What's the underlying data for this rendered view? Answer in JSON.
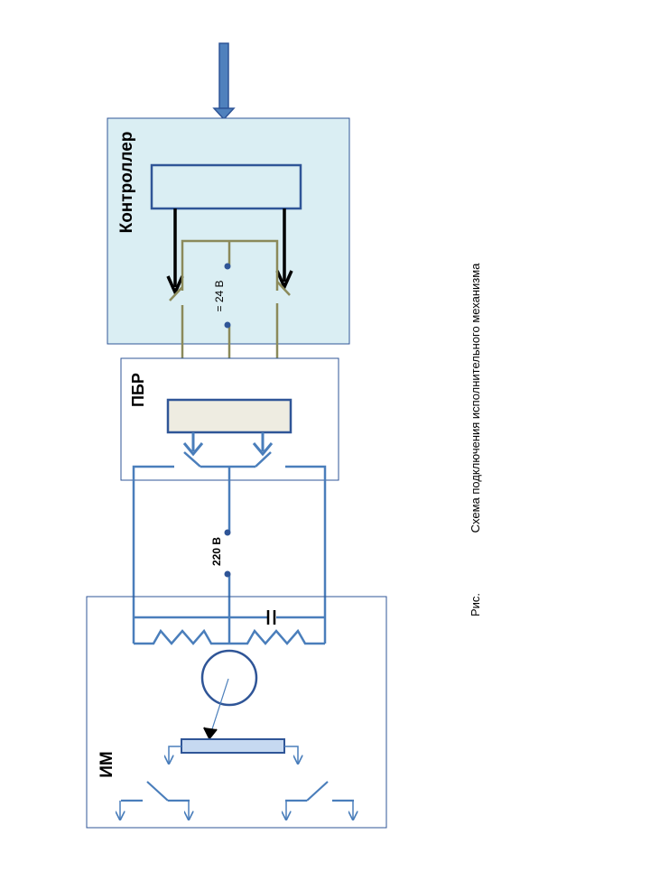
{
  "blocks": {
    "controller": {
      "label": "Контроллер"
    },
    "pbr": {
      "label": "ПБР"
    },
    "im": {
      "label": "ИМ"
    }
  },
  "voltages": {
    "dc": "= 24 В",
    "ac": "220 В"
  },
  "caption": {
    "prefix": "Рис.",
    "text": "Схема подключения исполнительного механизма"
  },
  "colors": {
    "controller_fill": "#daeef3",
    "control_wire": "#8b8a5a",
    "power_wire": "#4a7ebb",
    "block_border": "#2f5597",
    "pbr_fill": "#eeece1",
    "slider_fill": "#c6d9f1",
    "input_arrow": "#4f81bd"
  }
}
